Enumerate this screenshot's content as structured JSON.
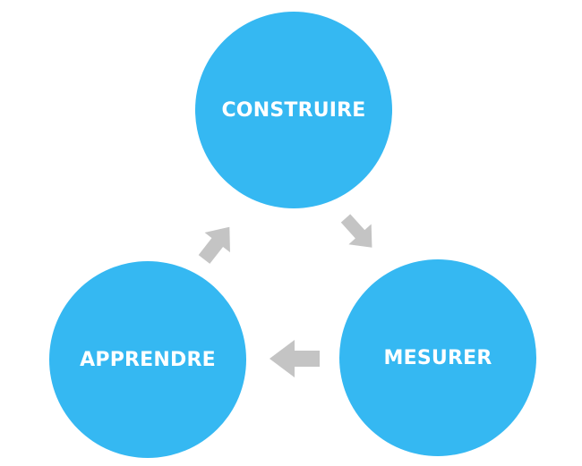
{
  "colors": {
    "node_fill": "#35b8f2",
    "node_text": "#ffffff",
    "arrow": "#c4c4c4"
  },
  "nodes": {
    "build": "CONSTRUIRE",
    "measure": "MESURER",
    "learn": "APPRENDRE"
  },
  "arrows": [
    {
      "from": "CONSTRUIRE",
      "to": "MESURER"
    },
    {
      "from": "MESURER",
      "to": "APPRENDRE"
    },
    {
      "from": "APPRENDRE",
      "to": "CONSTRUIRE"
    }
  ]
}
